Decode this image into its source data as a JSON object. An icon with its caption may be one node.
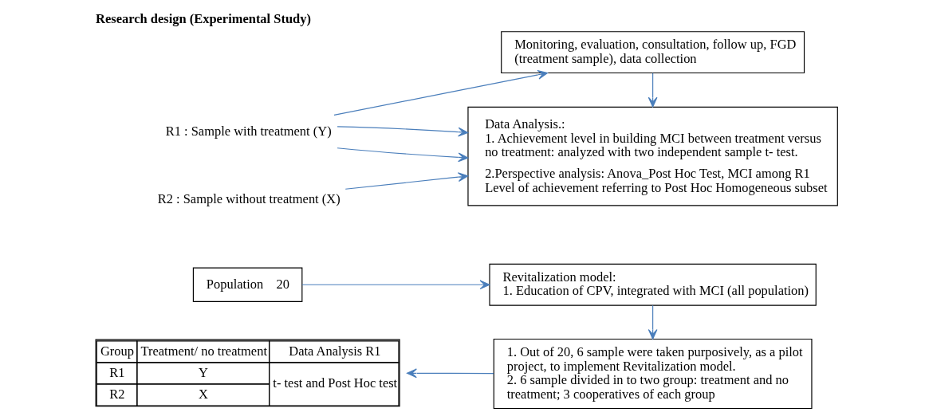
{
  "diagram": {
    "title": "Research design (Experimental Study)",
    "nodes": [
      {
        "text": [
          "Population    20"
        ]
      },
      {
        "text": [
          "Revitalization model:",
          "1. Education of CPV, integrated with MCI (all population)"
        ]
      },
      {
        "text": [
          "Group",
          "Treatment/ no treatment",
          "Data Analysis R1",
          "R1",
          "Y",
          "t- test and Post Hoc test",
          "R2",
          "X"
        ]
      },
      {
        "text": [
          "1. Out of 20, 6 sample were taken purposively, as a pilot project, to implement Revitalization model.",
          "2. 6 sample divided in to two group: treatment and no treatment; 3 cooperatives of each group"
        ]
      },
      {
        "text": [
          "R1 : Sample with treatment (Y)"
        ]
      },
      {
        "text": [
          "R2 : Sample without treatment (X)"
        ]
      },
      {
        "text": [
          "Monitoring, evaluation, consultation, follow up, FGD (treatment sample), data collection"
        ]
      },
      {
        "text": [
          "Data Analysis.:",
          "1. Achievement level in building MCI between treatment versus no treatment: analyzed with two independent sample t- test.",
          "2.Perspective analysis: Anova_Post Hoc Test, MCI among R1 Level of achievement referring to Post Hoc Homogeneous subset"
        ]
      }
    ],
    "edges": [
      {
        "from": 0,
        "to": 1,
        "arrow": "to"
      },
      {
        "from": 1,
        "to": 3,
        "arrow": "to"
      },
      {
        "from": 3,
        "to": 2,
        "arrow": "to"
      },
      {
        "from": 4,
        "to": 6,
        "arrow": "to"
      },
      {
        "from": 4,
        "to": 7,
        "arrow": "to"
      },
      {
        "from": 5,
        "to": 7,
        "arrow": "to"
      },
      {
        "from": 4,
        "to": 7,
        "arrow": "to"
      },
      {
        "from": 6,
        "to": 7,
        "arrow": "to"
      }
    ]
  }
}
